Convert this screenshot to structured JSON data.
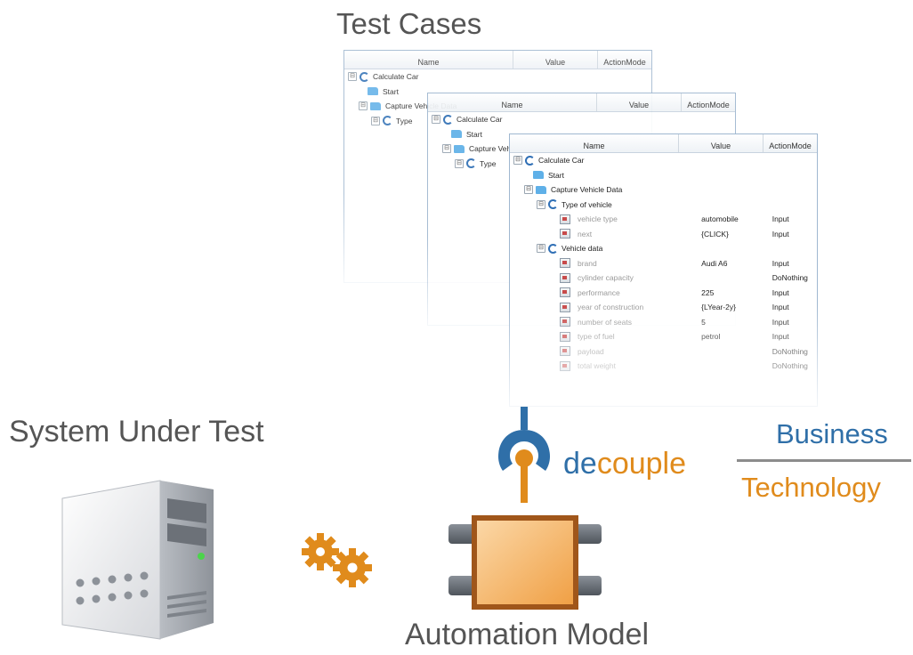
{
  "labels": {
    "test_cases": "Test Cases",
    "system_under_test": "System Under Test",
    "automation_model": "Automation Model",
    "decouple_prefix": "de",
    "decouple_suffix": "couple",
    "business": "Business",
    "technology": "Technology"
  },
  "colors": {
    "blue": "#2f6fa8",
    "orange": "#e08b1c",
    "gray_text": "#555555"
  },
  "icons": [
    "server-icon",
    "gears-icon",
    "decouple-socket-icon",
    "automation-model-icon"
  ],
  "windows": [
    {
      "headers": {
        "name": "Name",
        "value": "Value",
        "mode": "ActionMode"
      },
      "rows": [
        {
          "toggle": "⊟",
          "icon": "cycle",
          "name": "Calculate Car",
          "value": "",
          "mode": ""
        },
        {
          "toggle": "",
          "icon": "folder",
          "name": "Start",
          "value": "",
          "mode": ""
        },
        {
          "toggle": "⊟",
          "icon": "folder",
          "name": "Capture Vehicle Data",
          "value": "",
          "mode": ""
        },
        {
          "toggle": "⊟",
          "icon": "cycle",
          "name": "Type",
          "value": "",
          "mode": ""
        }
      ]
    },
    {
      "headers": {
        "name": "Name",
        "value": "Value",
        "mode": "ActionMode"
      },
      "rows": [
        {
          "toggle": "⊟",
          "icon": "cycle",
          "name": "Calculate Car",
          "value": "",
          "mode": ""
        },
        {
          "toggle": "",
          "icon": "folder",
          "name": "Start",
          "value": "",
          "mode": ""
        },
        {
          "toggle": "⊟",
          "icon": "folder",
          "name": "Capture Vehicle Data",
          "value": "",
          "mode": ""
        },
        {
          "toggle": "⊟",
          "icon": "cycle",
          "name": "Type",
          "value": "",
          "mode": ""
        }
      ]
    },
    {
      "headers": {
        "name": "Name",
        "value": "Value",
        "mode": "ActionMode"
      },
      "rows": [
        {
          "toggle": "⊟",
          "icon": "cycle",
          "name": "Calculate Car",
          "value": "",
          "mode": ""
        },
        {
          "toggle": "",
          "icon": "folder",
          "name": "Start",
          "value": "",
          "mode": ""
        },
        {
          "toggle": "⊟",
          "icon": "folder",
          "name": "Capture Vehicle Data",
          "value": "",
          "mode": ""
        },
        {
          "toggle": "⊟",
          "icon": "cycle",
          "name": "Type of vehicle",
          "value": "",
          "mode": ""
        },
        {
          "toggle": "",
          "icon": "step",
          "name": "vehicle type",
          "value": "automobile",
          "mode": "Input"
        },
        {
          "toggle": "",
          "icon": "step",
          "name": "next",
          "value": "{CLICK}",
          "mode": "Input"
        },
        {
          "toggle": "⊟",
          "icon": "cycle",
          "name": "Vehicle data",
          "value": "",
          "mode": ""
        },
        {
          "toggle": "",
          "icon": "step",
          "name": "brand",
          "value": "Audi A6",
          "mode": "Input"
        },
        {
          "toggle": "",
          "icon": "step",
          "name": "cylinder capacity",
          "value": "",
          "mode": "DoNothing"
        },
        {
          "toggle": "",
          "icon": "step",
          "name": "performance",
          "value": "225",
          "mode": "Input"
        },
        {
          "toggle": "",
          "icon": "step",
          "name": "year of construction",
          "value": "{LYear-2y}",
          "mode": "Input"
        },
        {
          "toggle": "",
          "icon": "step",
          "name": "number of seats",
          "value": "5",
          "mode": "Input"
        },
        {
          "toggle": "",
          "icon": "step",
          "name": "type of fuel",
          "value": "petrol",
          "mode": "Input"
        },
        {
          "toggle": "",
          "icon": "step",
          "name": "payload",
          "value": "",
          "mode": "DoNothing"
        },
        {
          "toggle": "",
          "icon": "step",
          "name": "total weight",
          "value": "",
          "mode": "DoNothing"
        }
      ]
    }
  ]
}
